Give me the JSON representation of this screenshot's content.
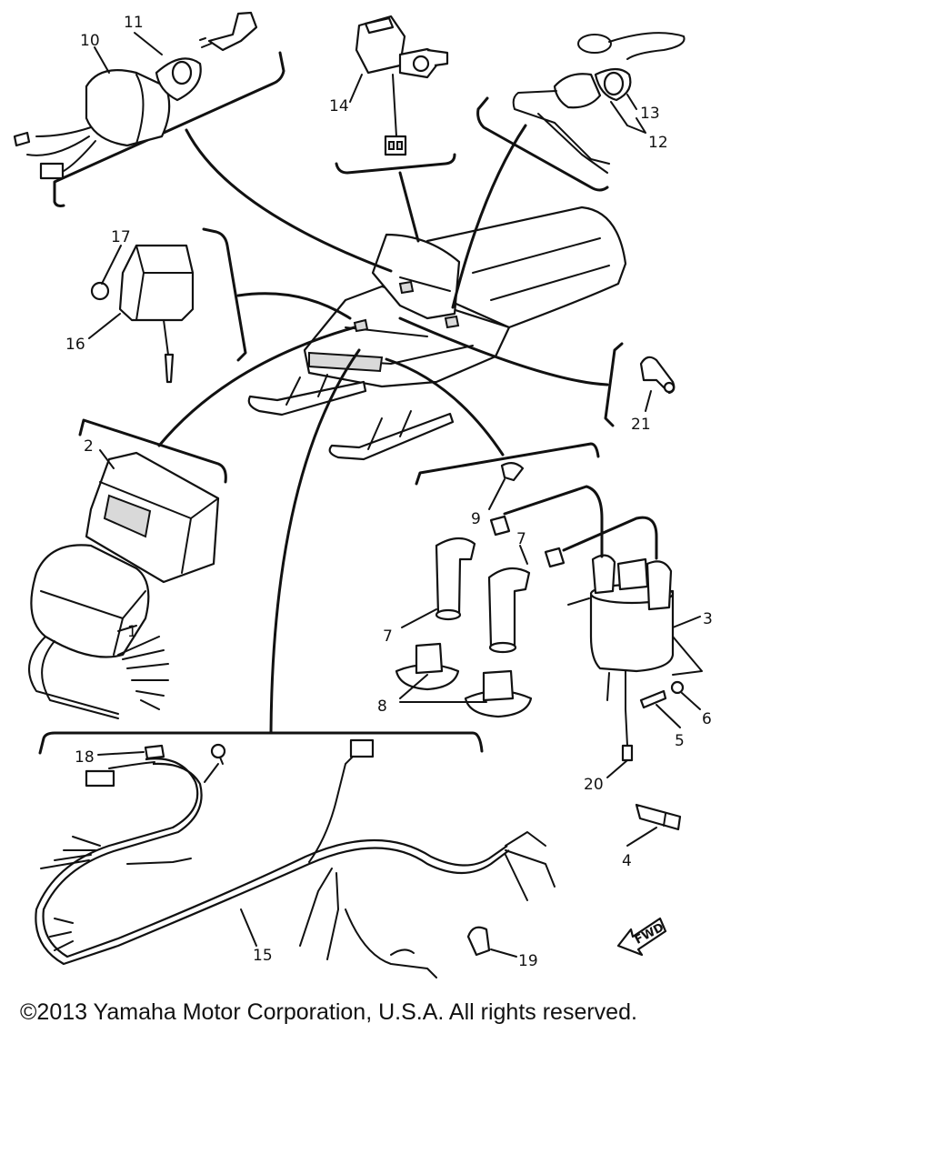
{
  "callouts": [
    "1",
    "2",
    "3",
    "4",
    "5",
    "6",
    "7",
    "7",
    "8",
    "9",
    "10",
    "11",
    "12",
    "13",
    "14",
    "15",
    "16",
    "17",
    "18",
    "19",
    "20",
    "21"
  ],
  "fwd_label": "FWD",
  "copyright": "©2013 Yamaha Motor Corporation, U.S.A. All rights reserved."
}
